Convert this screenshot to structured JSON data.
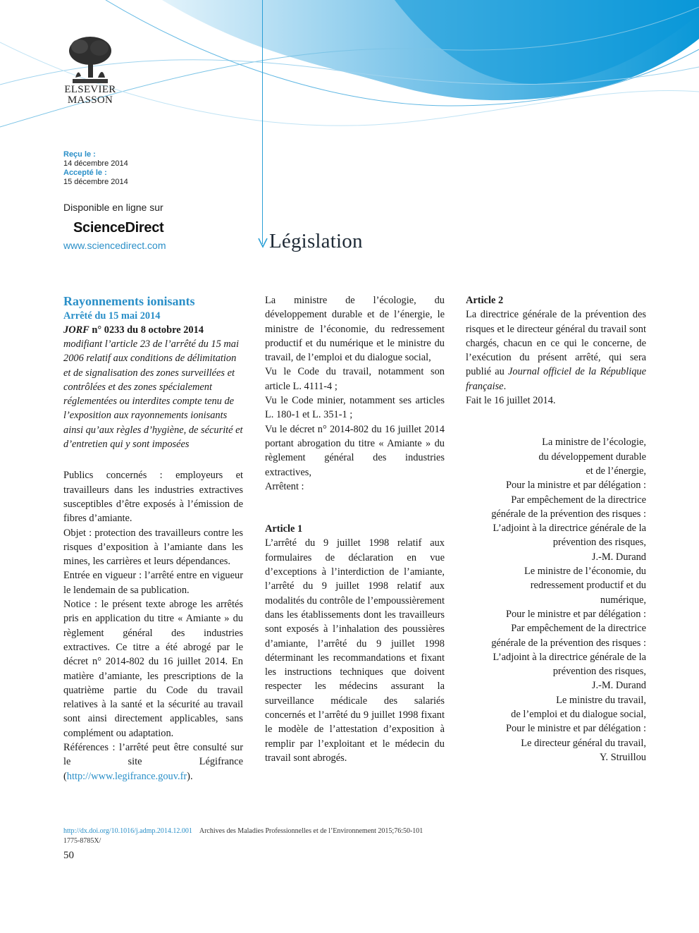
{
  "publisher": {
    "logo_line1": "ELSEVIER",
    "logo_line2": "MASSON",
    "brand_color": "#2a9fd6"
  },
  "dates": {
    "received_label": "Reçu le :",
    "received_value": "14 décembre 2014",
    "accepted_label": "Accepté le :",
    "accepted_value": "15 décembre 2014"
  },
  "availability": {
    "text": "Disponible en ligne sur",
    "brand": "ScienceDirect",
    "url": "www.sciencedirect.com"
  },
  "section": "Législation",
  "article": {
    "title": "Rayonnements ionisants",
    "decree": "Arrêté du 15 mai 2014",
    "jorf_prefix": "JORF",
    "jorf_rest": " n° 0233 du 8 octobre 2014",
    "abstract": "modifiant l’article 23 de l’arrêté du 15 mai 2006 relatif aux conditions de délimitation et de signalisation des zones surveillées et contrôlées et des zones spécialement réglementées ou interdites compte tenu de l’exposition aux rayonnements ionisants ainsi qu’aux règles d’hygiène, de sécurité et d’entretien qui y sont imposées",
    "publics": "Publics concernés : employeurs et travailleurs dans les industries extractives susceptibles d’être exposés à l’émission de fibres d’amiante.",
    "objet": "Objet : protection des travailleurs contre les risques d’exposition à l’amiante dans les mines, les carrières et leurs dépendances.",
    "entree": "Entrée en vigueur : l’arrêté entre en vigueur le lendemain de sa publication.",
    "notice": "Notice : le présent texte abroge les arrêtés pris en application du titre « Amiante » du règlement général des industries extractives. Ce titre a été abrogé par le décret n° 2014-802 du 16 juillet 2014. En matière d’amiante, les prescriptions de la quatrième partie du Code du travail relatives à la santé et la sécurité au travail sont ainsi directement applicables, sans complément ou adaptation.",
    "references_text": "Références : l’arrêté peut être consulté sur le site Légifrance (",
    "references_link": "http://www.legifrance.gouv.fr",
    "references_end": ")."
  },
  "col2": {
    "preamble": "La ministre de l’écologie, du développement durable et de l’énergie, le ministre de l’économie, du redressement productif et du numérique et le ministre du travail, de l’emploi et du dialogue social,",
    "vu1": "Vu le Code du travail, notamment son article L. 4111-4 ;",
    "vu2": "Vu le Code minier, notamment ses articles L. 180-1 et L. 351-1 ;",
    "vu3": "Vu le décret n° 2014-802 du 16 juillet 2014 portant abrogation du titre « Amiante » du règlement général des industries extractives,",
    "arretent": "Arrêtent :",
    "article1_title": "Article 1",
    "article1_body": "L’arrêté du 9 juillet 1998 relatif aux formulaires de déclaration en vue d’exceptions à l’interdiction de l’amiante, l’arrêté du 9 juillet 1998 relatif aux modalités du contrôle de l’empoussièrement dans les établissements dont les travailleurs sont exposés à l’inhalation des poussières d’amiante, l’arrêté du 9 juillet 1998 déterminant les recommandations et fixant les instructions techniques que doivent respecter les médecins assurant la surveillance médicale des salariés concernés et l’arrêté du 9 juillet 1998 fixant le modèle de l’attestation d’exposition à remplir par l’exploitant et le médecin du travail sont abrogés."
  },
  "col3": {
    "article2_title": "Article 2",
    "article2_body": "La directrice générale de la prévention des risques et le directeur général du travail sont chargés, chacun en ce qui le concerne, de l’exécution du présent arrêté, qui sera publié au ",
    "article2_journal": "Journal officiel de la République française",
    "article2_end": ".",
    "done": "Fait le 16 juillet 2014.",
    "signatures": [
      "La ministre de l’écologie,",
      "du développement durable",
      "et de l’énergie,",
      "Pour la ministre et par délégation :",
      "Par empêchement de la directrice",
      "générale de la prévention des risques :",
      "L’adjoint à la directrice générale de la",
      "prévention des risques,",
      "J.-M. Durand",
      "Le ministre de l’économie, du",
      "redressement productif et du",
      "numérique,",
      "Pour le ministre et par délégation :",
      "Par empêchement de la directrice",
      "générale de la prévention des risques :",
      "L’adjoint à la directrice générale de la",
      "prévention des risques,",
      "J.-M. Durand",
      "Le ministre du travail,",
      "de l’emploi et du dialogue social,",
      "Pour le ministre et par délégation :",
      "Le directeur général du travail,",
      "Y. Struillou"
    ]
  },
  "footer": {
    "doi": "http://dx.doi.org/10.1016/j.admp.2014.12.001",
    "journal": "Archives des Maladies Professionnelles et de l’Environnement 2015;76:50-101",
    "issn": "1775-8785X/",
    "page": "50"
  }
}
